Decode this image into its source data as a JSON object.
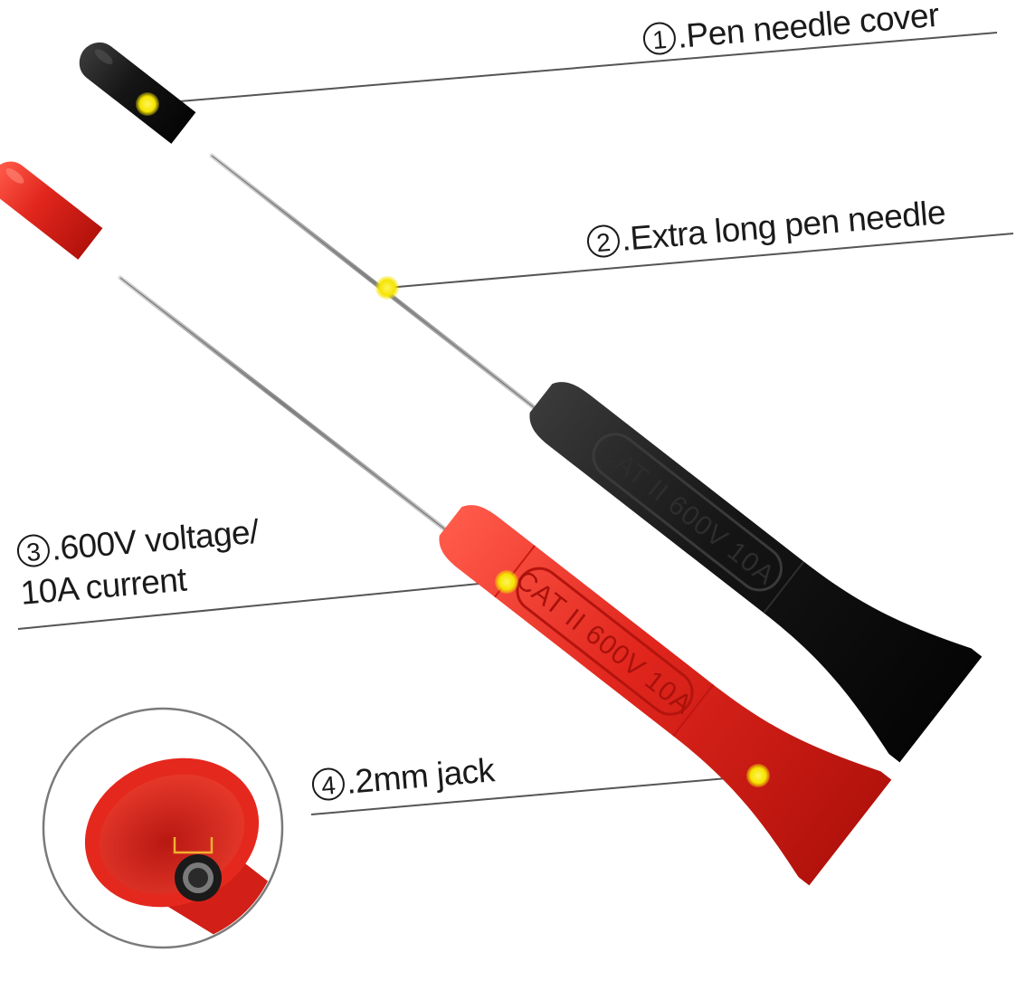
{
  "callouts": [
    {
      "num": "1",
      "text": ".Pen needle cover"
    },
    {
      "num": "2",
      "text": ".Extra long pen needle"
    },
    {
      "num": "3",
      "text": ".600V voltage/",
      "text2": "10A current"
    },
    {
      "num": "4",
      "text": ".2mm jack"
    }
  ],
  "probe_marking": "CAT II 600V 10A",
  "colors": {
    "black_probe": "#1c1c1c",
    "red_probe": "#e0231c",
    "marker": "#f5e400",
    "needle": "#9a9a9a",
    "jack_bracket": "#f0b030"
  }
}
